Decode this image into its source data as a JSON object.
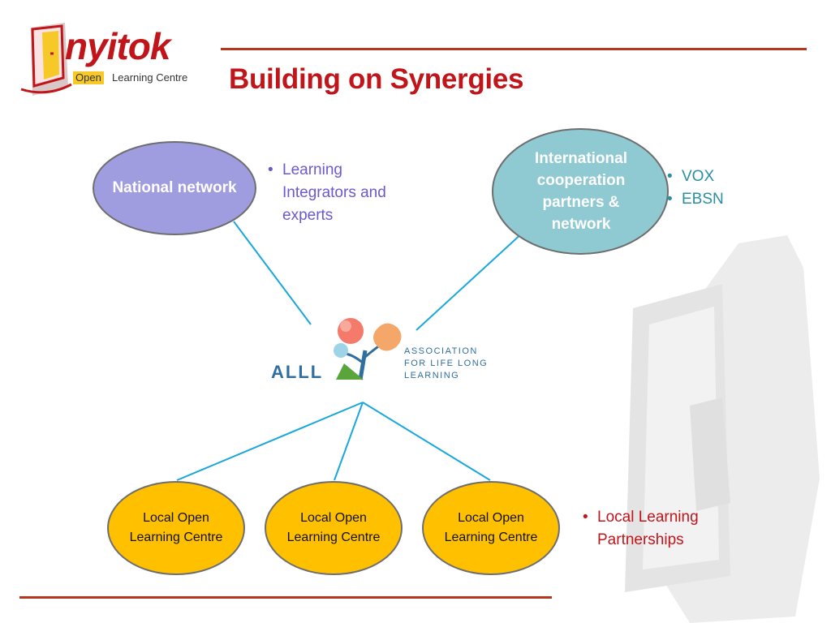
{
  "logo": {
    "name": "nyitok",
    "sub1": "Open",
    "sub2": "Learning Centre"
  },
  "slide": {
    "title": "Building on Synergies"
  },
  "national": {
    "label": "National network",
    "color": "#9f9ce0",
    "bullets": [
      "Learning Integrators and experts"
    ],
    "bullet_color": "#6a5acd"
  },
  "international": {
    "label": "International cooperation partners & network",
    "color": "#8fc9d2",
    "bullets": [
      "VOX",
      "EBSN"
    ],
    "bullet_color": "#2a8fa0"
  },
  "alll": {
    "acronym": "ALLL",
    "line1": "Association",
    "line2": "for Life Long",
    "line3": "Learning"
  },
  "local": {
    "centres": [
      "Local Open Learning Centre",
      "Local Open Learning Centre",
      "Local Open Learning Centre"
    ],
    "color": "#ffc000",
    "bullets": [
      "Local Learning Partnerships"
    ],
    "bullet_color": "#c0161b"
  },
  "colors": {
    "accent_red": "#c0161b",
    "connector": "#1aa7dc"
  }
}
